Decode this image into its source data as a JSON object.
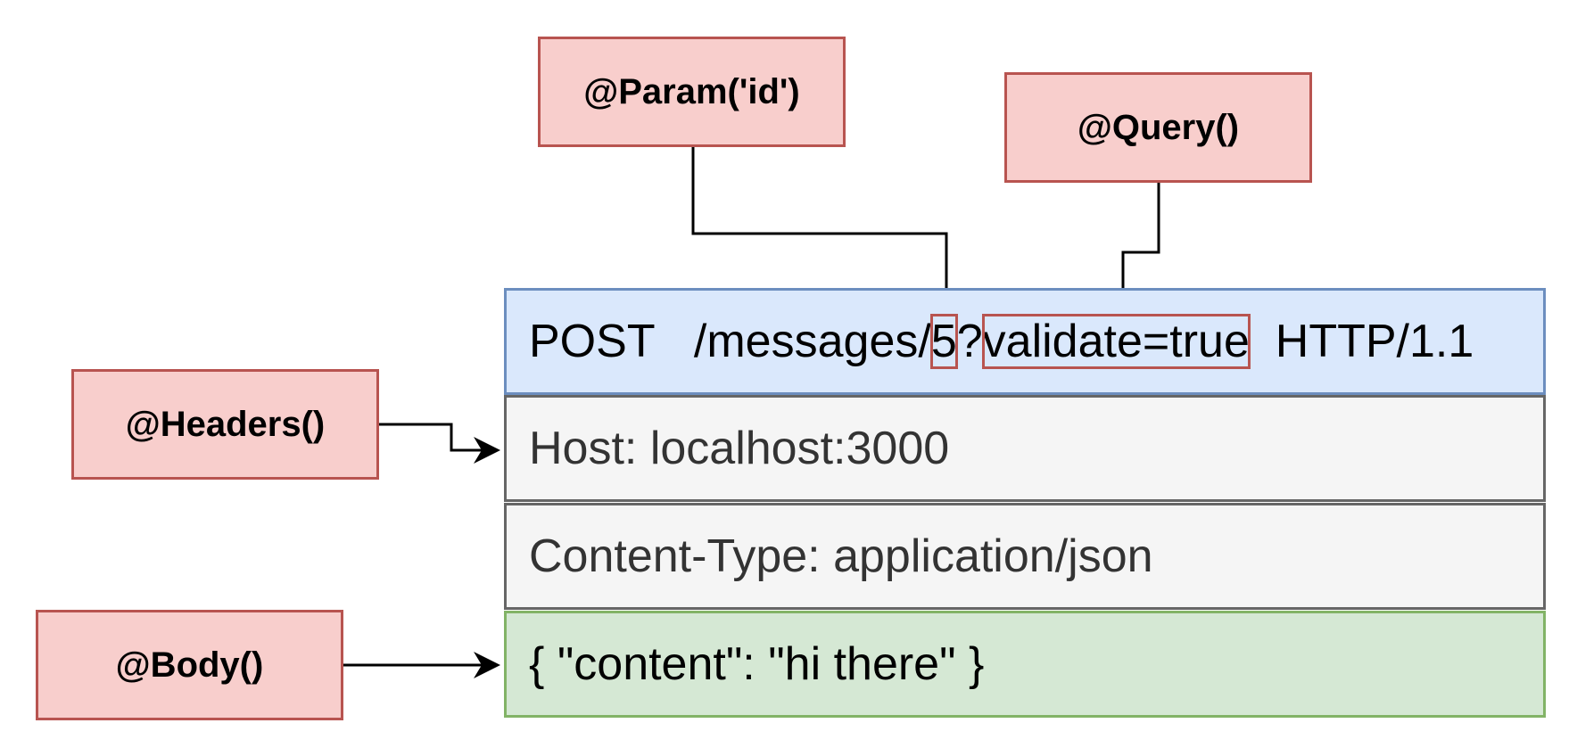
{
  "decorators": {
    "param": "@Param('id')",
    "query": "@Query()",
    "headers": "@Headers()",
    "body": "@Body()"
  },
  "request": {
    "method": "POST",
    "path_prefix": "/messages/",
    "id": "5",
    "separator": "?",
    "query": "validate=true",
    "version": "HTTP/1.1",
    "host_header": "Host: localhost:3000",
    "content_type_header": "Content-Type: application/json",
    "body": "{ \"content\": \"hi there\" }"
  },
  "colors": {
    "decorator_fill": "#f8cecc",
    "decorator_stroke": "#b85450",
    "request_line_fill": "#dae8fc",
    "header_fill": "#f5f5f5",
    "body_fill": "#d5e8d4"
  }
}
